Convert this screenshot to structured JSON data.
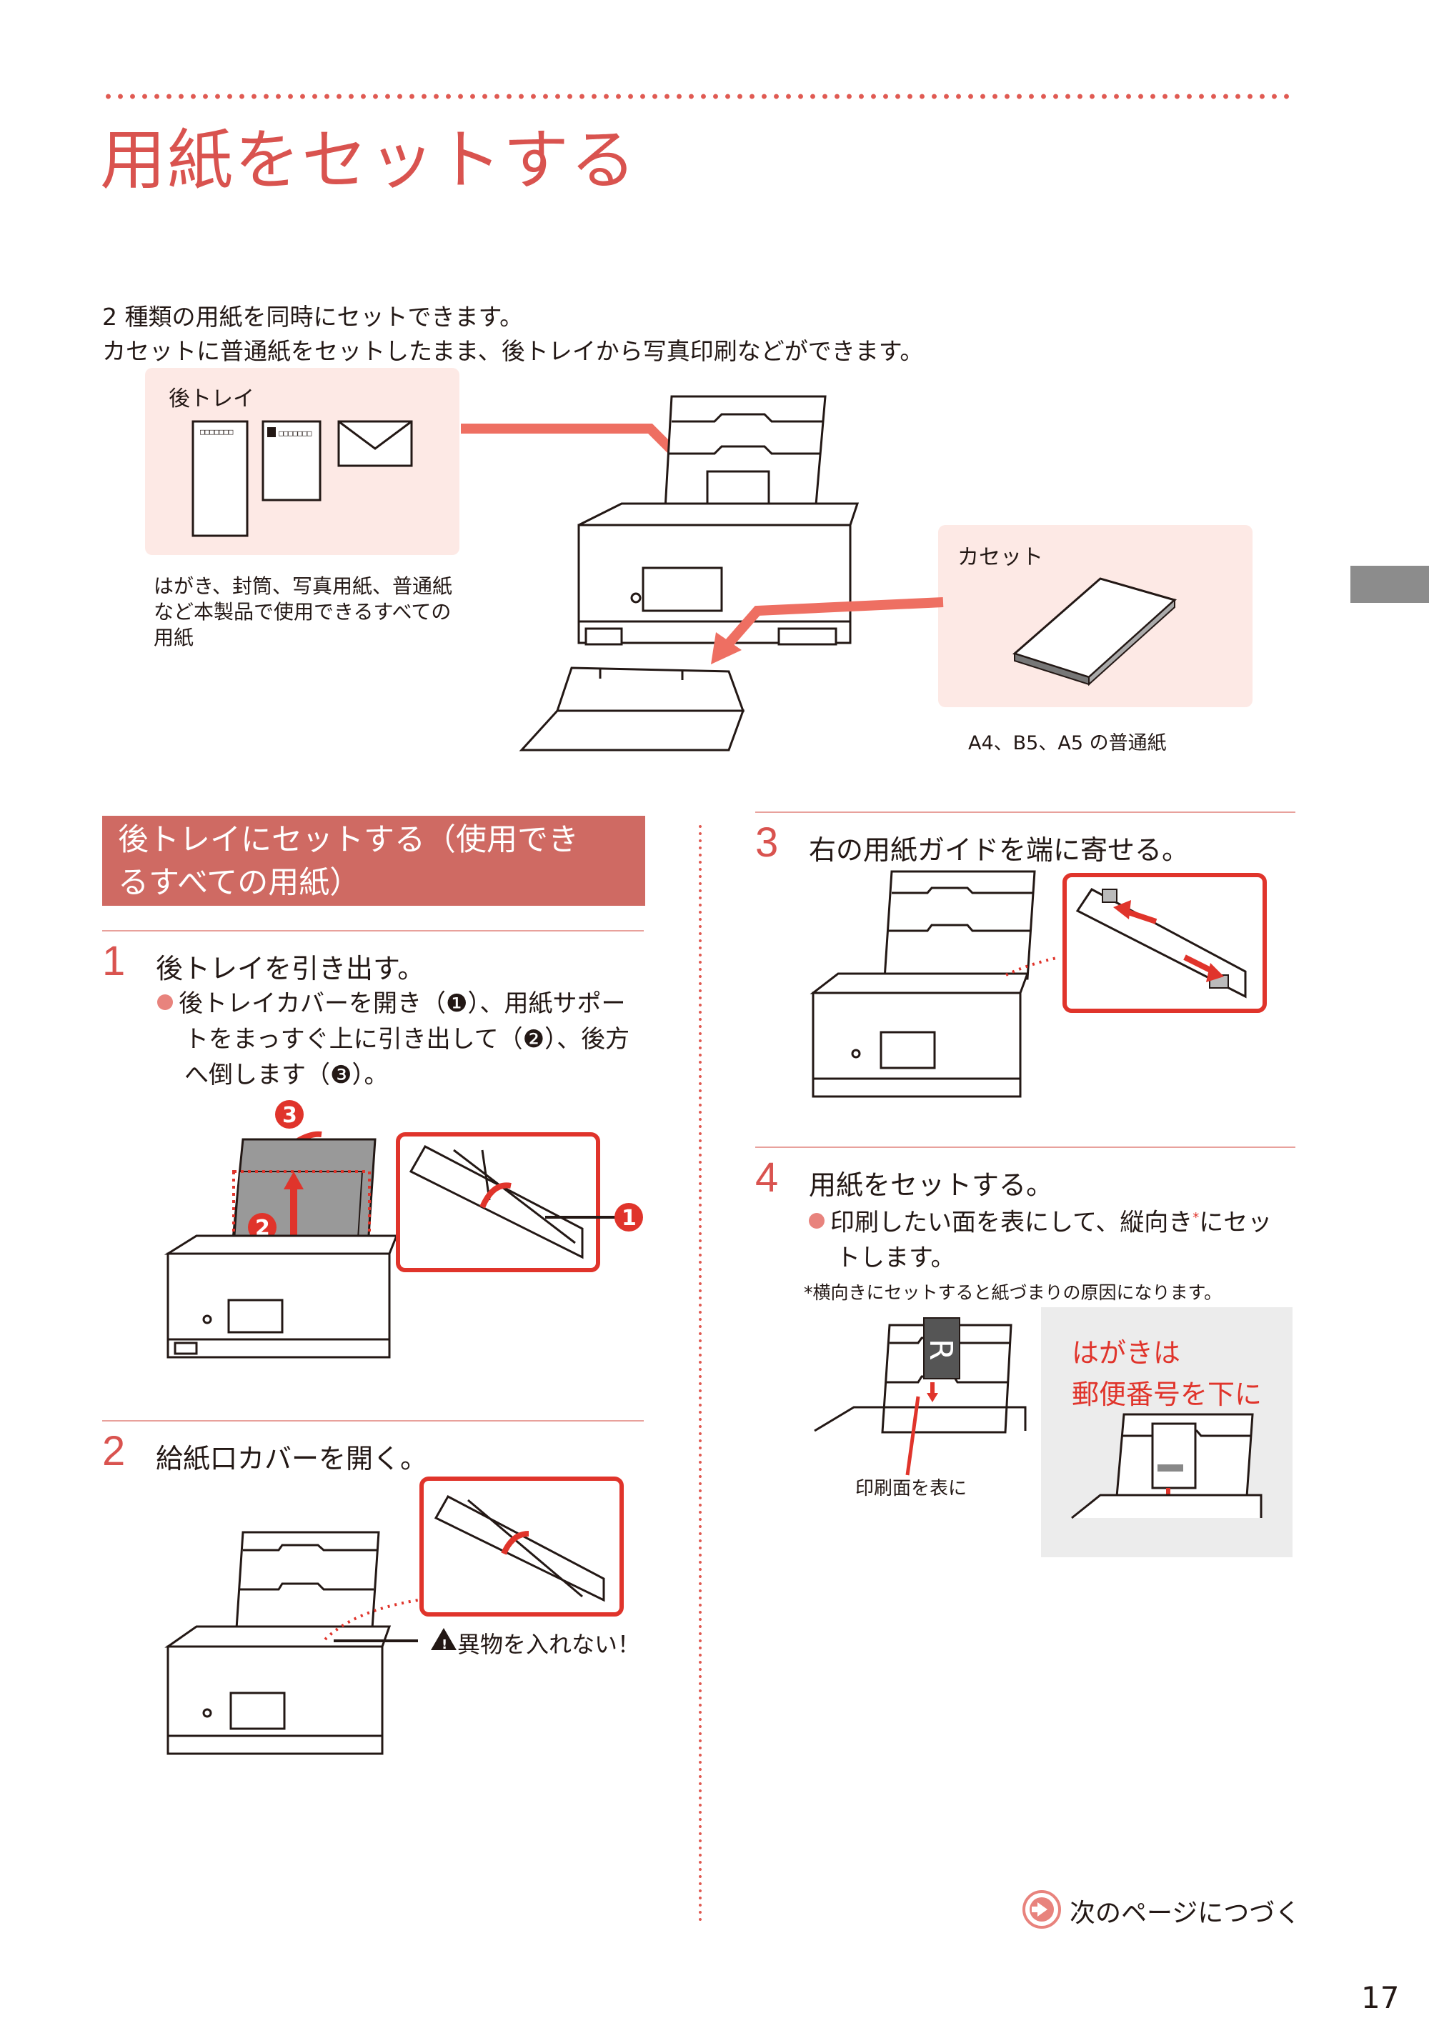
{
  "title": "用紙をセットする",
  "intro": {
    "line1": "2 種類の用紙を同時にセットできます。",
    "line2": "カセットに普通紙をセットしたまま、後トレイから写真印刷などができます。"
  },
  "rear_tray_box": {
    "label": "後トレイ",
    "postcard_code": "□□□□□□□",
    "description": [
      "はがき、封筒、写真用紙、普通紙",
      "など本製品で使用できるすべての",
      "用紙"
    ]
  },
  "cassette_box": {
    "label": "カセット",
    "description": "A4、B5、A5 の普通紙"
  },
  "section": {
    "heading_line1": "後トレイにセットする（使用でき",
    "heading_line2": "るすべての用紙）"
  },
  "steps": [
    {
      "number": "1",
      "title": "後トレイを引き出す。",
      "body": [
        "後トレイカバーを開き（❶）、用紙サポー",
        "トをまっすぐ上に引き出して（❷）、後方",
        "へ倒します（❸）。"
      ],
      "callouts": [
        "1",
        "2",
        "3"
      ]
    },
    {
      "number": "2",
      "title": "給紙口カバーを開く。",
      "warning": "異物を入れない！"
    },
    {
      "number": "3",
      "title": "右の用紙ガイドを端に寄せる。"
    },
    {
      "number": "4",
      "title": "用紙をセットする。",
      "body": [
        "印刷したい面を表にして、縦向き",
        "トします。"
      ],
      "body_suffix": "にセッ",
      "asterisk": "*",
      "footnote": "*横向きにセットすると紙づまりの原因になります。",
      "print_side_label": "印刷面を表に",
      "letter": "R",
      "postcard_note": [
        "はがきは",
        "郵便番号を下に"
      ]
    }
  ],
  "continue": "次のページにつづく",
  "page_number": "17",
  "colors": {
    "accent": "#d9534f",
    "section_bg": "#cf6a63",
    "pink_box": "#fde9e5",
    "red": "#e0342b",
    "gray_tab": "#8c8c8c"
  }
}
